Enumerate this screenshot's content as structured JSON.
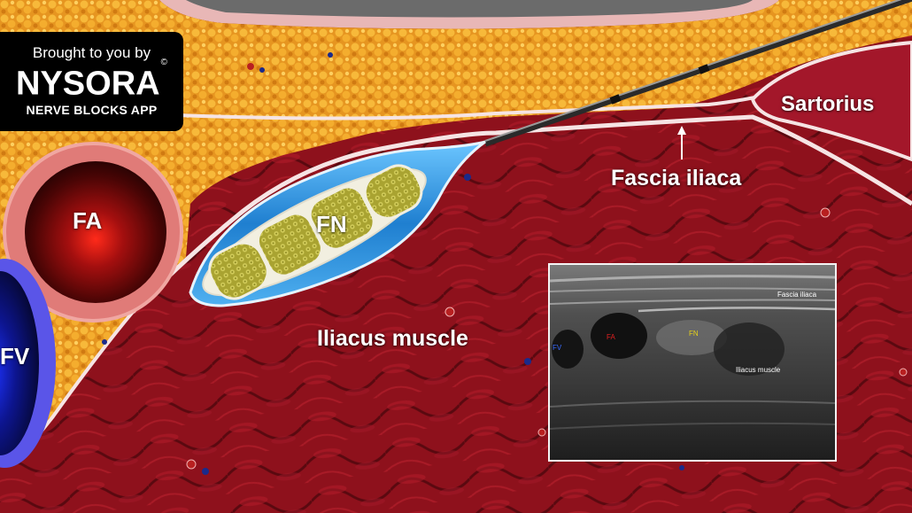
{
  "branding": {
    "line1": "Brought to you by",
    "line2": "NYSORA",
    "line2_mark": "©",
    "line3": "NERVE BLOCKS APP"
  },
  "labels": {
    "sartorius": "Sartorius",
    "fascia_iliaca": "Fascia iliaca",
    "fa": "FA",
    "fn": "FN",
    "fv": "FV",
    "iliacus": "Iliacus muscle"
  },
  "ultrasound_labels": {
    "fascia_iliaca": "Fascia iliaca",
    "fa": "FA",
    "fn": "FN",
    "fv": "FV",
    "iliacus": "Iliacus muscle"
  },
  "colors": {
    "muscle": "#9c1420",
    "fat": "#f0a52c",
    "fascia": "#f4dfe0",
    "nerve_sheath": "#2a8fd6",
    "nerve_fascicle": "#b7b23a",
    "artery": "#c93a3a",
    "vein": "#3b3fd6",
    "us_fa": "#e02020",
    "us_fn": "#e6d21a",
    "us_fv": "#3a6cff"
  }
}
